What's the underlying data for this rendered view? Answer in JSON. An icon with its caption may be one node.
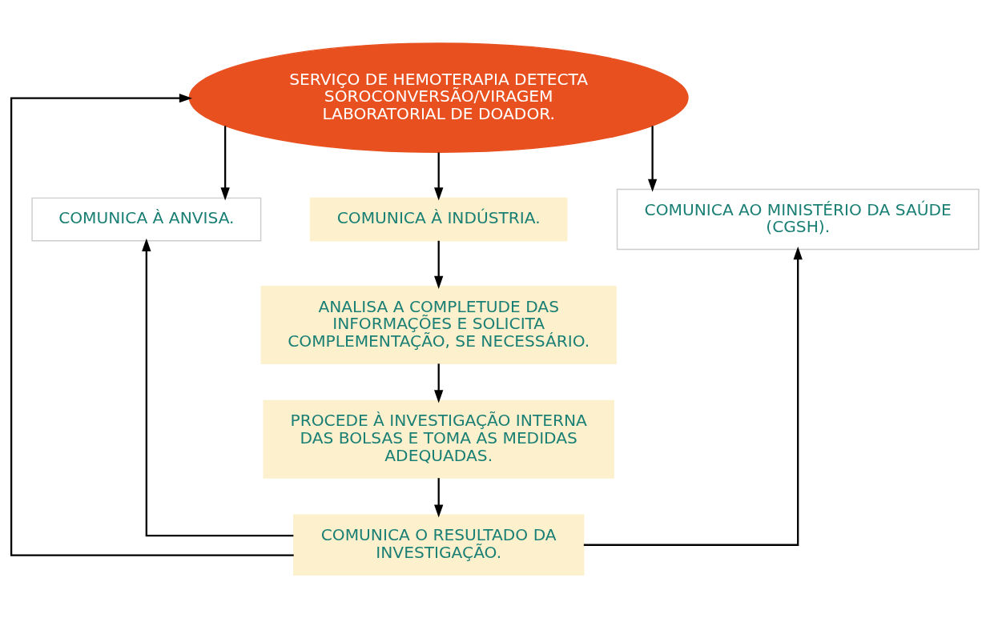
{
  "diagram": {
    "nodes": [
      {
        "text": [
          "SERVIÇO DE HEMOTERAPIA DETECTA SOROCONVERSÃO/VIRAGEM LABORATORIAL DE DOADOR."
        ]
      },
      {
        "text": [
          "COMUNICA À ANVISA."
        ]
      },
      {
        "text": [
          "COMUNICA À INDÚSTRIA."
        ]
      },
      {
        "text": [
          "COMUNICA AO MINISTÉRIO DA SAÚDE (CGSH)."
        ]
      },
      {
        "text": [
          "ANALISA A COMPLETUDE DAS INFORMAÇÕES E SOLICITA COMPLEMENTAÇÃO, SE NECESSÁRIO."
        ]
      },
      {
        "text": [
          "PROCEDE À INVESTIGAÇÃO INTERNA DAS BOLSAS E TOMA AS MEDIDAS ADEQUADAS."
        ]
      },
      {
        "text": [
          "COMUNICA O RESULTADO DA INVESTIGAÇÃO."
        ]
      }
    ],
    "edges": [
      {
        "from": 0,
        "to": 1,
        "arrow": "to"
      },
      {
        "from": 0,
        "to": 2,
        "arrow": "to"
      },
      {
        "from": 0,
        "to": 3,
        "arrow": "to"
      },
      {
        "from": 2,
        "to": 4,
        "arrow": "to"
      },
      {
        "from": 4,
        "to": 5,
        "arrow": "to"
      },
      {
        "from": 5,
        "to": 6,
        "arrow": "to"
      },
      {
        "from": 6,
        "to": 1,
        "arrow": "to"
      },
      {
        "from": 6,
        "to": 3,
        "arrow": "to"
      },
      {
        "from": 6,
        "to": 0,
        "arrow": "to"
      }
    ]
  }
}
